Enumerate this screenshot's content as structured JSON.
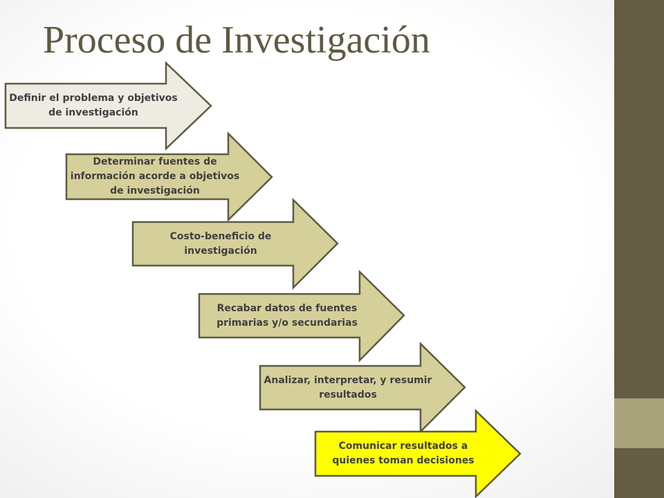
{
  "title": "Proceso de Investigación",
  "steps": [
    {
      "label": "Definir el problema y objetivos de investigación",
      "fill": "#eeece2"
    },
    {
      "label": "Determinar fuentes de información acorde a objetivos de investigación",
      "fill": "#d5d09a"
    },
    {
      "label": "Costo-beneficio de investigación",
      "fill": "#d5d09a"
    },
    {
      "label": "Recabar datos de fuentes primarias y/o secundarias",
      "fill": "#d5d09a"
    },
    {
      "label": "Analizar, interpretar, y resumir resultados",
      "fill": "#d5d09a"
    },
    {
      "label": "Comunicar resultados a quienes toman decisiones",
      "fill": "#ffff00"
    }
  ],
  "colors": {
    "title": "#5e5a42",
    "sidebar": "#655c45",
    "sidebar_accent": "#a8a47a",
    "arrow_stroke": "#5e5a42"
  }
}
